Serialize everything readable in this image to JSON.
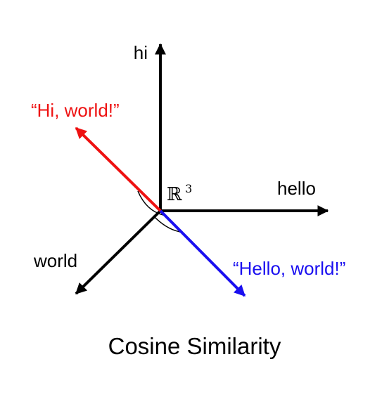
{
  "axes": {
    "hi": "hi",
    "hello": "hello",
    "world": "world"
  },
  "space_label": {
    "base": "ℝ",
    "exponent": "3"
  },
  "vectors": {
    "hi_world": {
      "label": "“Hi, world!”",
      "color": "#ee1111"
    },
    "hello_world": {
      "label": "“Hello, world!”",
      "color": "#1a0ff0"
    }
  },
  "caption": "Cosine Similarity"
}
